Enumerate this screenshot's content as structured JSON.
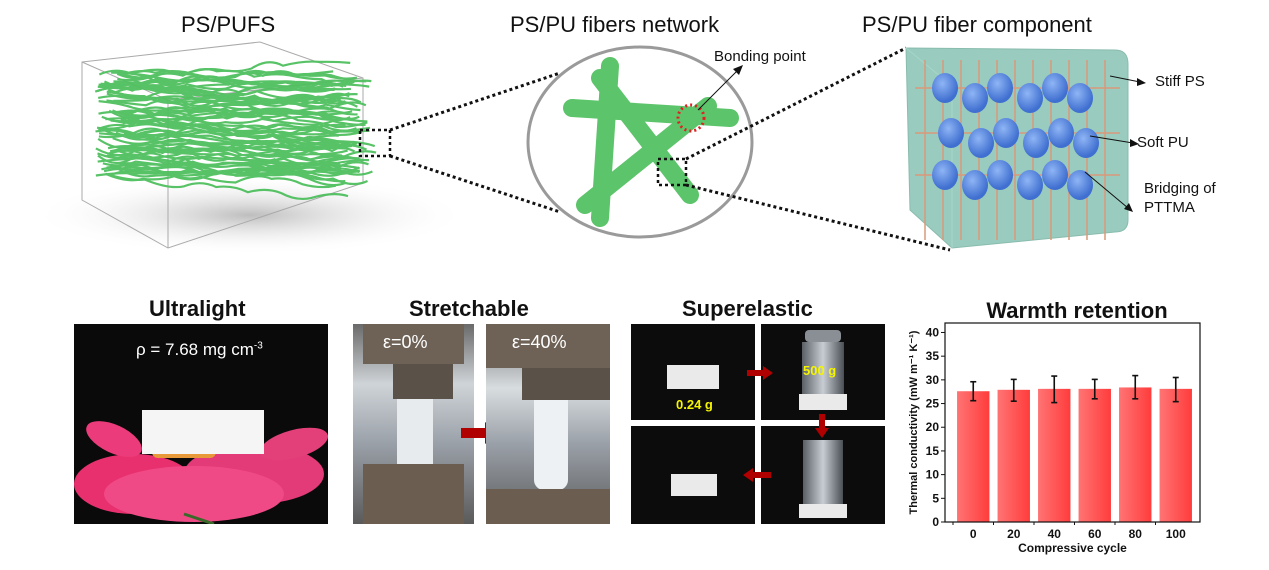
{
  "top": {
    "panel1": {
      "title": "PS/PUFS"
    },
    "panel2": {
      "title": "PS/PU fibers network",
      "annotation": "Bonding point"
    },
    "panel3": {
      "title": "PS/PU fiber component",
      "annotations": [
        "Stiff PS",
        "Soft PU",
        "Bridging of",
        "PTTMA"
      ]
    }
  },
  "bottom": {
    "ultralight": {
      "title": "Ultralight",
      "density_label": "ρ = 7.68 mg cm",
      "density_exp": "-3"
    },
    "stretchable": {
      "title": "Stretchable",
      "strain_before": "ε=0%",
      "strain_after": "ε=40%"
    },
    "superelastic": {
      "title": "Superelastic",
      "mass_sample": "0.24 g",
      "mass_weight": "500 g"
    },
    "warmth": {
      "title": "Warmth retention"
    }
  },
  "colors": {
    "fiber_green": "#5cc46a",
    "bar_red": "#ff5a5a",
    "bonding_circle": "#e02020",
    "cube_teal": "#8fc7b8",
    "pu_blue": "#5b8de0",
    "label_yellow": "#f5f500",
    "arrow_red": "#b00000"
  },
  "chart_data": {
    "type": "bar",
    "title": "Warmth retention",
    "xlabel": "Compressive cycle",
    "ylabel": "Thermal conductivity (mW m⁻¹ K⁻¹)",
    "categories": [
      "0",
      "20",
      "40",
      "60",
      "80",
      "100"
    ],
    "values": [
      27.6,
      27.9,
      28.1,
      28.1,
      28.4,
      28.1
    ],
    "error_low": [
      25.6,
      25.5,
      25.2,
      26.0,
      26.0,
      25.4
    ],
    "error_high": [
      29.6,
      30.1,
      30.8,
      30.1,
      30.9,
      30.5
    ],
    "ylim": [
      0,
      42
    ],
    "yticks": [
      0,
      5,
      10,
      15,
      20,
      25,
      30,
      35,
      40
    ],
    "grid": false
  }
}
